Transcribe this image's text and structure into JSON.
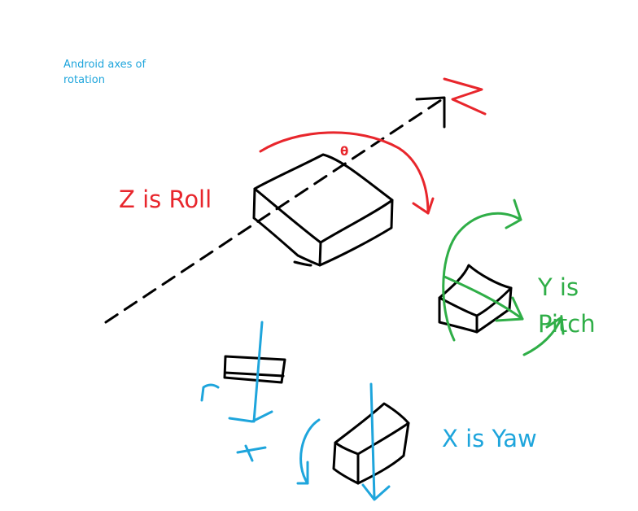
{
  "note": {
    "text": "Android axes of rotation",
    "color": "#1ea5dc"
  },
  "labels": {
    "z": {
      "text": "Z is Roll",
      "color": "#e8262c"
    },
    "y": {
      "text": "Y is\nPitch",
      "color": "#2fae47"
    },
    "x": {
      "text": "X is Yaw",
      "color": "#1ea5dc"
    }
  },
  "colors": {
    "outline": "#000000",
    "roll": "#e8262c",
    "pitch": "#2fae47",
    "yaw": "#1ea5dc"
  },
  "symbols": {
    "theta": "θ"
  }
}
